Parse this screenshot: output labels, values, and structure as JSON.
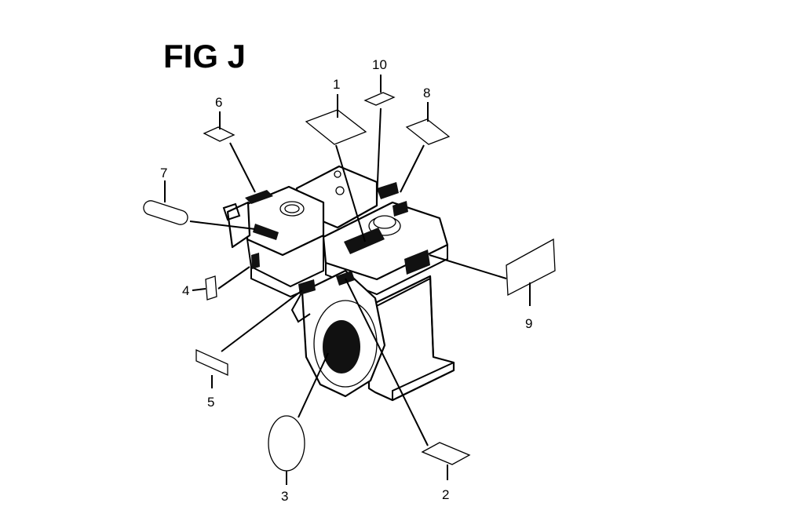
{
  "figure": {
    "title": "FIG J"
  },
  "callouts": [
    {
      "id": "c1",
      "label": "1"
    },
    {
      "id": "c2",
      "label": "2"
    },
    {
      "id": "c3",
      "label": "3"
    },
    {
      "id": "c4",
      "label": "4"
    },
    {
      "id": "c5",
      "label": "5"
    },
    {
      "id": "c6",
      "label": "6"
    },
    {
      "id": "c7",
      "label": "7"
    },
    {
      "id": "c8",
      "label": "8"
    },
    {
      "id": "c9",
      "label": "9"
    },
    {
      "id": "c10",
      "label": "10"
    }
  ],
  "colors": {
    "ink": "#000000",
    "background": "#ffffff",
    "decal_fill": "#111111"
  }
}
